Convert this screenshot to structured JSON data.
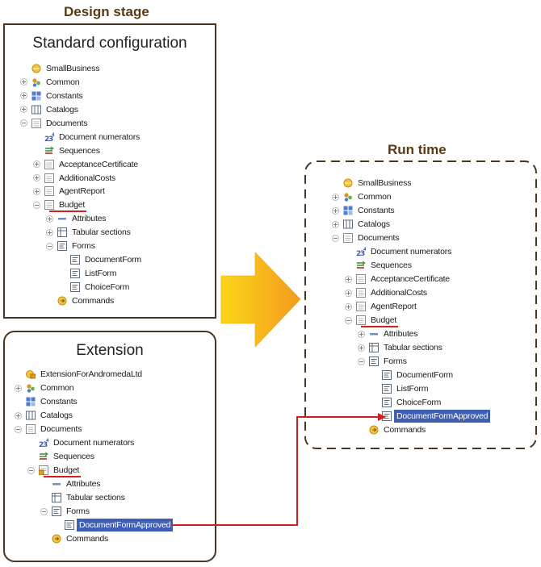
{
  "labels": {
    "design_stage": "Design stage",
    "run_time": "Run time",
    "standard_configuration": "Standard configuration",
    "extension": "Extension"
  },
  "standard_tree": [
    {
      "label": "SmallBusiness",
      "icon": "config-root-icon",
      "expander": "none"
    },
    {
      "label": "Common",
      "icon": "common-icon",
      "expander": "plus"
    },
    {
      "label": "Constants",
      "icon": "constants-icon",
      "expander": "plus"
    },
    {
      "label": "Catalogs",
      "icon": "catalogs-icon",
      "expander": "plus"
    },
    {
      "label": "Documents",
      "icon": "documents-icon",
      "expander": "minus"
    },
    {
      "label": "Document numerators",
      "icon": "numerators-icon",
      "expander": "none"
    },
    {
      "label": "Sequences",
      "icon": "sequences-icon",
      "expander": "none"
    },
    {
      "label": "AcceptanceCertificate",
      "icon": "document-icon",
      "expander": "plus"
    },
    {
      "label": "AdditionalCosts",
      "icon": "document-icon",
      "expander": "plus"
    },
    {
      "label": "AgentReport",
      "icon": "document-icon",
      "expander": "plus"
    },
    {
      "label": "Budget",
      "icon": "document-icon",
      "expander": "minus",
      "underline": true
    },
    {
      "label": "Attributes",
      "icon": "attributes-icon",
      "expander": "plus"
    },
    {
      "label": "Tabular sections",
      "icon": "tabular-sections-icon",
      "expander": "plus"
    },
    {
      "label": "Forms",
      "icon": "forms-icon",
      "expander": "minus"
    },
    {
      "label": "DocumentForm",
      "icon": "form-icon",
      "expander": "none"
    },
    {
      "label": "ListForm",
      "icon": "form-icon",
      "expander": "none"
    },
    {
      "label": "ChoiceForm",
      "icon": "form-icon",
      "expander": "none"
    },
    {
      "label": "Commands",
      "icon": "commands-icon",
      "expander": "none"
    }
  ],
  "extension_tree": [
    {
      "label": "ExtensionForAndromedaLtd",
      "icon": "extension-root-icon",
      "expander": "none"
    },
    {
      "label": "Common",
      "icon": "common-icon",
      "expander": "plus"
    },
    {
      "label": "Constants",
      "icon": "constants-icon",
      "expander": "none"
    },
    {
      "label": "Catalogs",
      "icon": "catalogs-icon",
      "expander": "plus"
    },
    {
      "label": "Documents",
      "icon": "documents-icon",
      "expander": "minus"
    },
    {
      "label": "Document numerators",
      "icon": "numerators-icon",
      "expander": "none"
    },
    {
      "label": "Sequences",
      "icon": "sequences-icon",
      "expander": "none"
    },
    {
      "label": "Budget",
      "icon": "adopted-document-icon",
      "expander": "minus",
      "underline": true
    },
    {
      "label": "Attributes",
      "icon": "attributes-icon",
      "expander": "none"
    },
    {
      "label": "Tabular sections",
      "icon": "tabular-sections-icon",
      "expander": "none"
    },
    {
      "label": "Forms",
      "icon": "forms-icon",
      "expander": "minus"
    },
    {
      "label": "DocumentFormApproved",
      "icon": "form-icon",
      "expander": "none",
      "selected": true
    },
    {
      "label": "Commands",
      "icon": "commands-icon",
      "expander": "none"
    }
  ],
  "runtime_tree": [
    {
      "label": "SmallBusiness",
      "icon": "config-root-icon",
      "expander": "none"
    },
    {
      "label": "Common",
      "icon": "common-icon",
      "expander": "plus"
    },
    {
      "label": "Constants",
      "icon": "constants-icon",
      "expander": "plus"
    },
    {
      "label": "Catalogs",
      "icon": "catalogs-icon",
      "expander": "plus"
    },
    {
      "label": "Documents",
      "icon": "documents-icon",
      "expander": "minus"
    },
    {
      "label": "Document numerators",
      "icon": "numerators-icon",
      "expander": "none"
    },
    {
      "label": "Sequences",
      "icon": "sequences-icon",
      "expander": "none"
    },
    {
      "label": "AcceptanceCertificate",
      "icon": "document-icon",
      "expander": "plus"
    },
    {
      "label": "AdditionalCosts",
      "icon": "document-icon",
      "expander": "plus"
    },
    {
      "label": "AgentReport",
      "icon": "document-icon",
      "expander": "plus"
    },
    {
      "label": "Budget",
      "icon": "document-icon",
      "expander": "minus",
      "underline": true
    },
    {
      "label": "Attributes",
      "icon": "attributes-icon",
      "expander": "plus"
    },
    {
      "label": "Tabular sections",
      "icon": "tabular-sections-icon",
      "expander": "plus"
    },
    {
      "label": "Forms",
      "icon": "forms-icon",
      "expander": "minus"
    },
    {
      "label": "DocumentForm",
      "icon": "form-icon",
      "expander": "none"
    },
    {
      "label": "ListForm",
      "icon": "form-icon",
      "expander": "none"
    },
    {
      "label": "ChoiceForm",
      "icon": "form-icon",
      "expander": "none"
    },
    {
      "label": "DocumentFormApproved",
      "icon": "form-icon",
      "expander": "none",
      "selected": true
    },
    {
      "label": "Commands",
      "icon": "commands-icon",
      "expander": "none"
    }
  ],
  "colors": {
    "panel_border": "#4b3520",
    "heading": "#5a3a14",
    "selection": "#3f5fb4",
    "connector": "#d11f1f",
    "arrow_yellow": "#f7c400",
    "arrow_orange": "#f39a1e"
  }
}
